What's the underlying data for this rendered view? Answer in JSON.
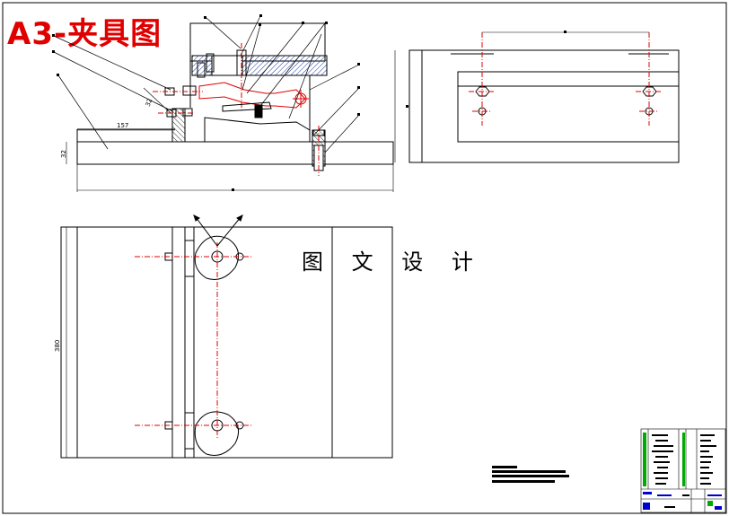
{
  "title": "A3-夹具图",
  "watermark": "图 文 设 计",
  "dimensions": {
    "length_157": "157",
    "height_32a": "32",
    "height_32b": "32",
    "length_380": "380"
  },
  "colors": {
    "title": "#e00000",
    "centerline": "#e00000",
    "fixture_part": "#e00000",
    "hatch": "#1a3a9a",
    "title_block_green": "#00aa00",
    "title_block_blue": "#0000cc"
  }
}
